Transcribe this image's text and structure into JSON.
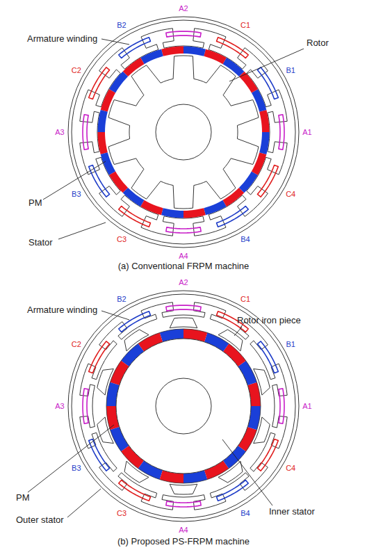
{
  "diagram": {
    "labels": [
      "A2",
      "C1",
      "B1",
      "A1",
      "C4",
      "B4",
      "A4",
      "C3",
      "B3",
      "A3",
      "C2",
      "B2",
      "Armature winding",
      "Rotor",
      "PM",
      "Stator",
      "(a) Conventional FRPM machine",
      "A2",
      "C1",
      "B1",
      "A1",
      "C4",
      "B4",
      "A4",
      "C3",
      "B3",
      "A3",
      "C2",
      "B2",
      "Armature winding",
      "Rotor iron piece",
      "PM",
      "Outer stator",
      "Inner stator",
      "(b) Proposed PS-FRPM machine"
    ]
  }
}
